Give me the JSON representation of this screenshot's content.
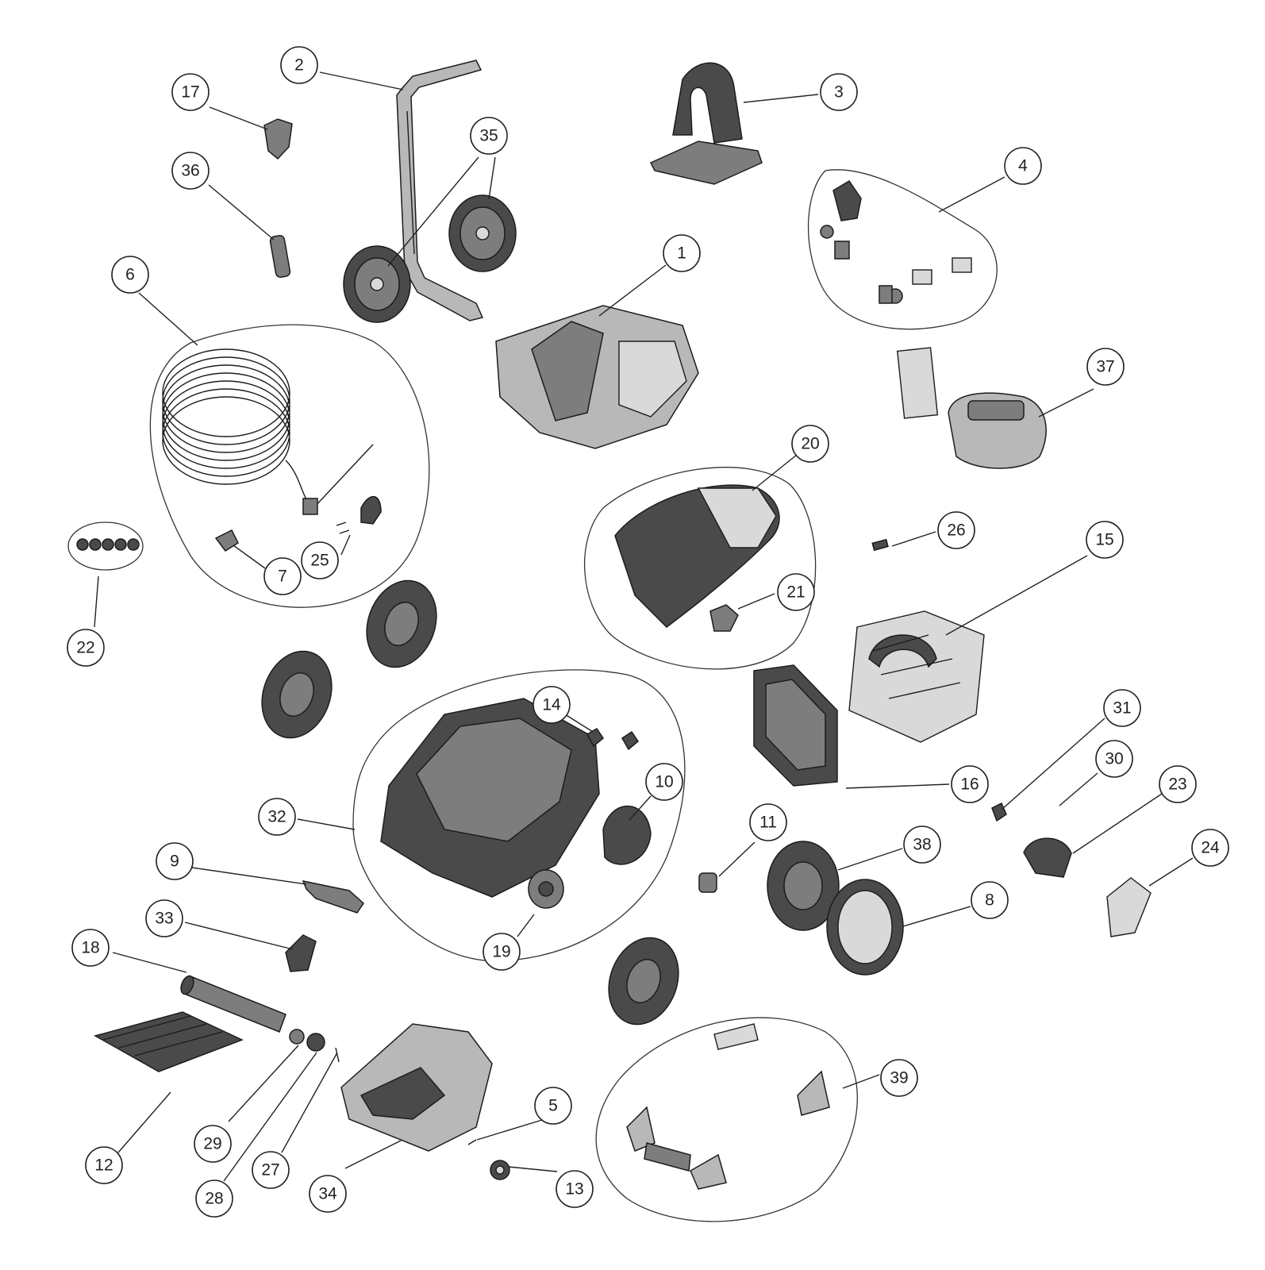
{
  "diagram": {
    "callouts": [
      {
        "id": "c1",
        "label": "1"
      },
      {
        "id": "c2",
        "label": "2"
      },
      {
        "id": "c3",
        "label": "3"
      },
      {
        "id": "c4",
        "label": "4"
      },
      {
        "id": "c5",
        "label": "5"
      },
      {
        "id": "c6",
        "label": "6"
      },
      {
        "id": "c7",
        "label": "7"
      },
      {
        "id": "c8",
        "label": "8"
      },
      {
        "id": "c9",
        "label": "9"
      },
      {
        "id": "c10",
        "label": "10"
      },
      {
        "id": "c11",
        "label": "11"
      },
      {
        "id": "c12",
        "label": "12"
      },
      {
        "id": "c13",
        "label": "13"
      },
      {
        "id": "c14",
        "label": "14"
      },
      {
        "id": "c15",
        "label": "15"
      },
      {
        "id": "c16",
        "label": "16"
      },
      {
        "id": "c17",
        "label": "17"
      },
      {
        "id": "c18",
        "label": "18"
      },
      {
        "id": "c19",
        "label": "19"
      },
      {
        "id": "c20",
        "label": "20"
      },
      {
        "id": "c21",
        "label": "21"
      },
      {
        "id": "c22",
        "label": "22"
      },
      {
        "id": "c23",
        "label": "23"
      },
      {
        "id": "c24",
        "label": "24"
      },
      {
        "id": "c25",
        "label": "25"
      },
      {
        "id": "c26",
        "label": "26"
      },
      {
        "id": "c27",
        "label": "27"
      },
      {
        "id": "c28",
        "label": "28"
      },
      {
        "id": "c29",
        "label": "29"
      },
      {
        "id": "c30",
        "label": "30"
      },
      {
        "id": "c31",
        "label": "31"
      },
      {
        "id": "c32",
        "label": "32"
      },
      {
        "id": "c33",
        "label": "33"
      },
      {
        "id": "c34",
        "label": "34"
      },
      {
        "id": "c35",
        "label": "35"
      },
      {
        "id": "c36",
        "label": "36"
      },
      {
        "id": "c37",
        "label": "37"
      },
      {
        "id": "c38",
        "label": "38"
      },
      {
        "id": "c39",
        "label": "39"
      }
    ]
  }
}
